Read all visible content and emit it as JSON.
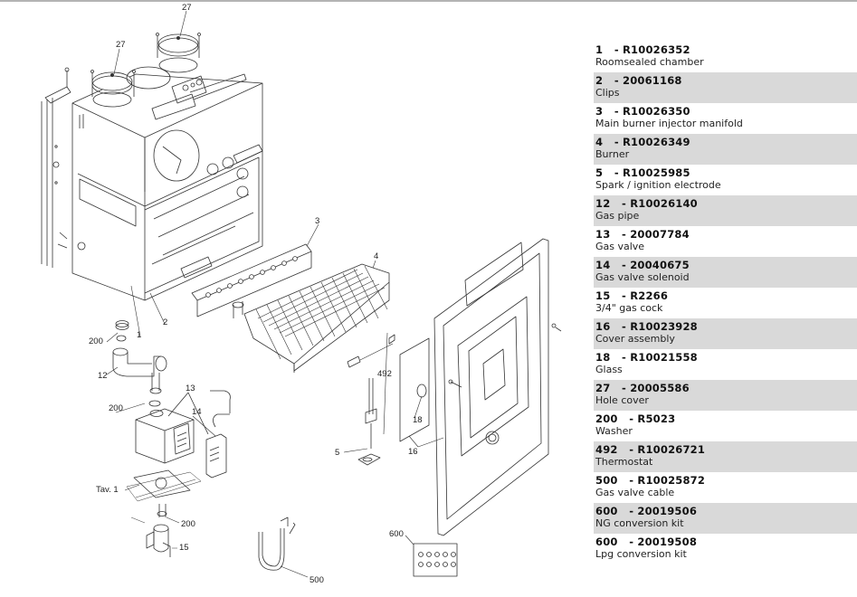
{
  "diagram": {
    "title": "Exploded view - roomsealed chamber and burner assembly",
    "callouts": [
      "27",
      "27",
      "3",
      "4",
      "1",
      "2",
      "200",
      "12",
      "13",
      "14",
      "200",
      "Tav. 1",
      "200",
      "15",
      "492",
      "5",
      "18",
      "16",
      "500",
      "600"
    ]
  },
  "parts": [
    {
      "ref": "1",
      "code": "R10026352",
      "description": "Roomsealed chamber"
    },
    {
      "ref": "2",
      "code": "20061168",
      "description": "Clips"
    },
    {
      "ref": "3",
      "code": "R10026350",
      "description": "Main burner injector manifold"
    },
    {
      "ref": "4",
      "code": "R10026349",
      "description": "Burner"
    },
    {
      "ref": "5",
      "code": "R10025985",
      "description": "Spark / ignition electrode"
    },
    {
      "ref": "12",
      "code": "R10026140",
      "description": "Gas pipe"
    },
    {
      "ref": "13",
      "code": "20007784",
      "description": "Gas valve"
    },
    {
      "ref": "14",
      "code": "20040675",
      "description": "Gas valve solenoid"
    },
    {
      "ref": "15",
      "code": "R2266",
      "description": "3/4\" gas cock"
    },
    {
      "ref": "16",
      "code": "R10023928",
      "description": "Cover assembly"
    },
    {
      "ref": "18",
      "code": "R10021558",
      "description": "Glass"
    },
    {
      "ref": "27",
      "code": "20005586",
      "description": "Hole cover"
    },
    {
      "ref": "200",
      "code": "R5023",
      "description": "Washer"
    },
    {
      "ref": "492",
      "code": "R10026721",
      "description": "Thermostat"
    },
    {
      "ref": "500",
      "code": "R10025872",
      "description": "Gas valve cable"
    },
    {
      "ref": "600",
      "code": "20019506",
      "description": "NG conversion kit"
    },
    {
      "ref": "600",
      "code": "20019508",
      "description": "Lpg conversion kit"
    }
  ],
  "colors": {
    "row_shade": "#d9d9d9",
    "rule": "#b4b4b4",
    "line_art": "#333333"
  }
}
